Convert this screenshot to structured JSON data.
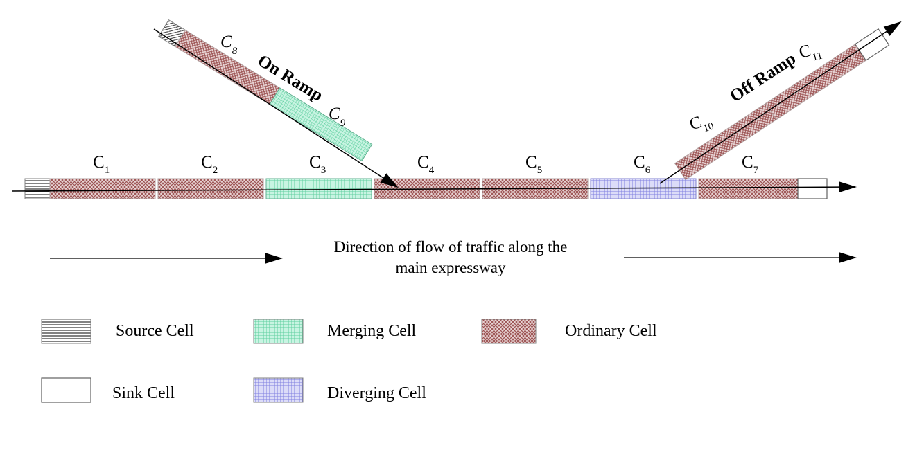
{
  "main_cells": [
    {
      "name": "C",
      "sub": "1",
      "kind": "ordinary"
    },
    {
      "name": "C",
      "sub": "2",
      "kind": "ordinary"
    },
    {
      "name": "C",
      "sub": "3",
      "kind": "merging"
    },
    {
      "name": "C",
      "sub": "4",
      "kind": "ordinary"
    },
    {
      "name": "C",
      "sub": "5",
      "kind": "ordinary"
    },
    {
      "name": "C",
      "sub": "6",
      "kind": "diverging"
    },
    {
      "name": "C",
      "sub": "7",
      "kind": "ordinary"
    }
  ],
  "on_ramp": {
    "title": "On Ramp",
    "cells": [
      {
        "name": "C",
        "sub": "8",
        "kind": "ordinary"
      },
      {
        "name": "C",
        "sub": "9",
        "kind": "merging"
      }
    ]
  },
  "off_ramp": {
    "title": "Off Ramp",
    "cells": [
      {
        "name": "C",
        "sub": "10",
        "kind": "ordinary"
      },
      {
        "name": "C",
        "sub": "11",
        "kind": "ordinary"
      }
    ]
  },
  "direction": {
    "line1": "Direction of flow of traffic along the",
    "line2": "main expressway"
  },
  "legend": [
    {
      "kind": "source",
      "label": "Source Cell"
    },
    {
      "kind": "merging",
      "label": "Merging Cell"
    },
    {
      "kind": "ordinary",
      "label": "Ordinary Cell"
    },
    {
      "kind": "sink",
      "label": "Sink Cell"
    },
    {
      "kind": "diverging",
      "label": "Diverging Cell"
    }
  ],
  "colors": {
    "ordinary": "#b07070",
    "merging": "#8ce0c0",
    "diverging": "#9090e8",
    "source": "#404040",
    "sink": "#ffffff"
  }
}
